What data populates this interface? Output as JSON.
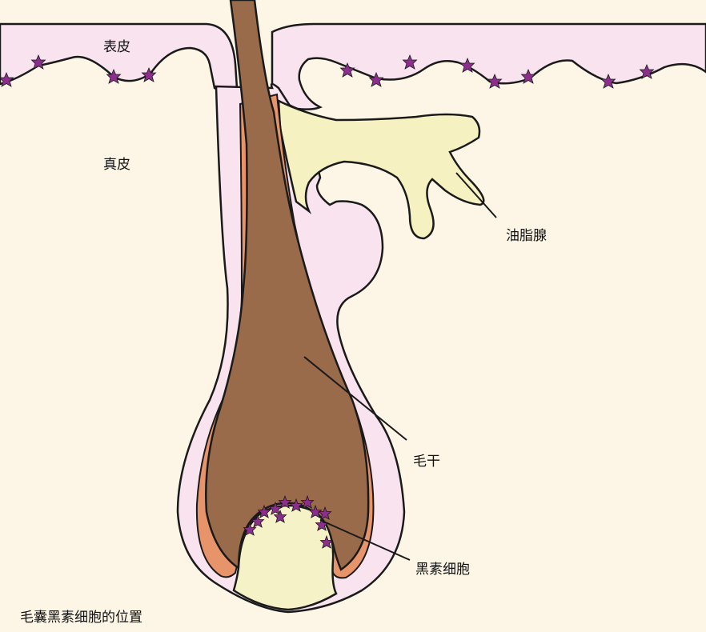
{
  "labels": {
    "epidermis": "表皮",
    "dermis": "真皮",
    "sebaceous_gland": "油脂腺",
    "hair_shaft": "毛干",
    "melanocytes": "黑素细胞"
  },
  "caption": "毛囊黑素细胞的位置",
  "colors": {
    "background": "#fdf6e6",
    "sheath_pink": "#f8e3ef",
    "hair_brown": "#9a6b4a",
    "inner_sheath_orange": "#e8946a",
    "gland_yellow": "#f6f1c0",
    "papilla_yellow": "#f6f2c8",
    "melanocyte_purple": "#8c2f8c",
    "outline": "#1a1a1a"
  }
}
